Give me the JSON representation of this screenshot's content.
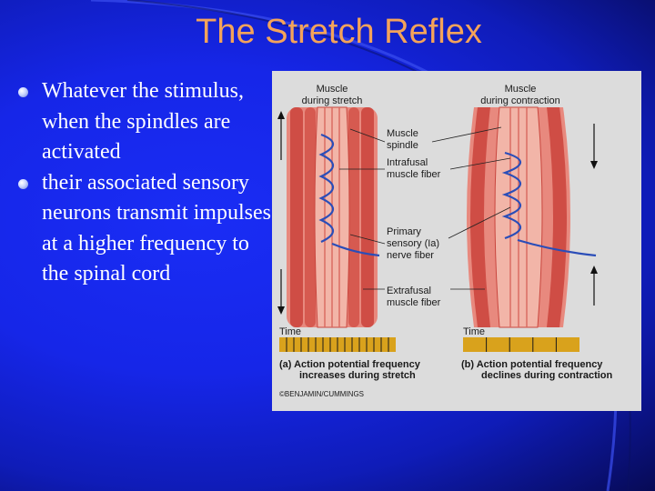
{
  "slide": {
    "title": "The Stretch Reflex",
    "bullets": [
      "Whatever the stimulus, when the spindles are activated",
      " their associated sensory neurons transmit impulses at a higher frequency to the spinal cord"
    ]
  },
  "figure": {
    "label_during_stretch": [
      "Muscle",
      "during stretch"
    ],
    "label_during_contraction": [
      "Muscle",
      "during contraction"
    ],
    "label_muscle_spindle": [
      "Muscle",
      "spindle"
    ],
    "label_intrafusal": [
      "Intrafusal",
      "muscle fiber"
    ],
    "label_primary": [
      "Primary",
      "sensory (Ia)",
      "nerve fiber"
    ],
    "label_extrafusal": [
      "Extrafusal",
      "muscle fiber"
    ],
    "time_label": "Time",
    "caption_a": [
      "(a) Action potential frequency",
      "increases during stretch"
    ],
    "caption_b": [
      "(b) Action potential frequency",
      "declines during contraction"
    ],
    "copyright": "©BENJAMIN/CUMMINGS",
    "colors": {
      "muscle": "#d9534f",
      "muscle_light": "#f0a59a",
      "nerve": "#2a4db8",
      "time_bar": "#d9a21c",
      "background": "#dcdcdc"
    },
    "spike_count_a": 15,
    "spike_count_b": 4
  }
}
